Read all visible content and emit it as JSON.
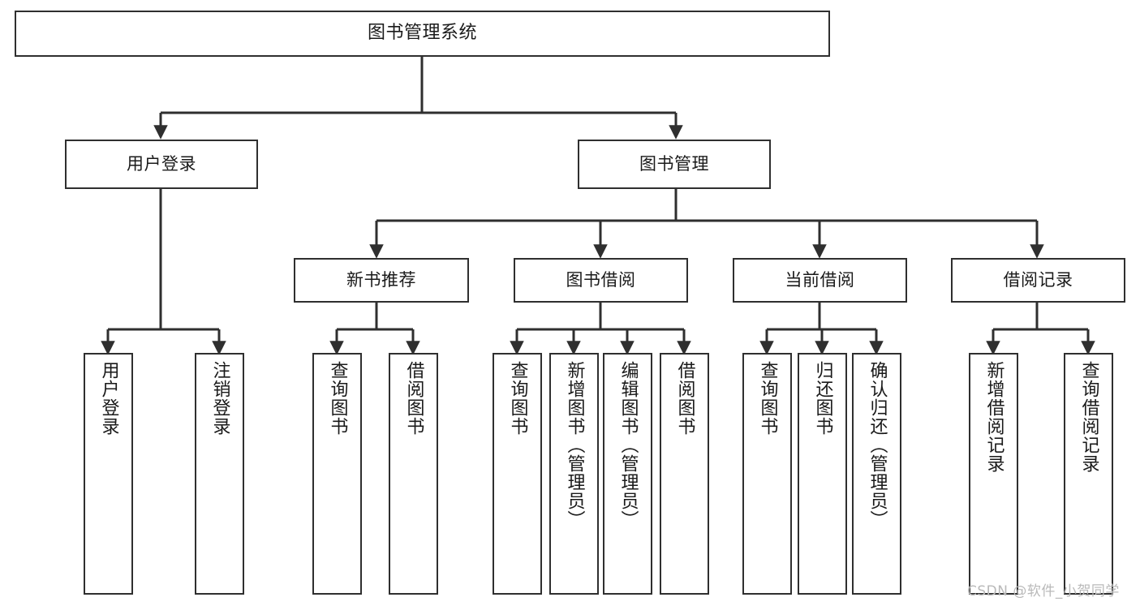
{
  "diagram": {
    "title": "图书管理系统",
    "type": "tree-hierarchy-chart",
    "watermark": "CSDN @软件_小贺同学",
    "colors": {
      "stroke": "#2f2f2f",
      "fill": "#ffffff",
      "text": "#1a1a1a",
      "watermark": "#b9b9b9"
    },
    "levels": {
      "root": {
        "label": "图书管理系统"
      },
      "level2": [
        {
          "label": "用户登录"
        },
        {
          "label": "图书管理"
        }
      ],
      "level3": [
        {
          "label": "新书推荐"
        },
        {
          "label": "图书借阅"
        },
        {
          "label": "当前借阅"
        },
        {
          "label": "借阅记录"
        }
      ],
      "leaves": {
        "user_login": [
          {
            "label": "用户登录"
          },
          {
            "label": "注销登录"
          }
        ],
        "new_book_recommend": [
          {
            "label": "查询图书"
          },
          {
            "label": "借阅图书"
          }
        ],
        "book_borrow": [
          {
            "label": "查询图书"
          },
          {
            "label": "新增图书（管理员）"
          },
          {
            "label": "编辑图书（管理员）"
          },
          {
            "label": "借阅图书"
          }
        ],
        "current_borrow": [
          {
            "label": "查询图书"
          },
          {
            "label": "归还图书"
          },
          {
            "label": "确认归还（管理员）"
          }
        ],
        "borrow_record": [
          {
            "label": "新增借阅记录"
          },
          {
            "label": "查询借阅记录"
          }
        ]
      }
    }
  }
}
